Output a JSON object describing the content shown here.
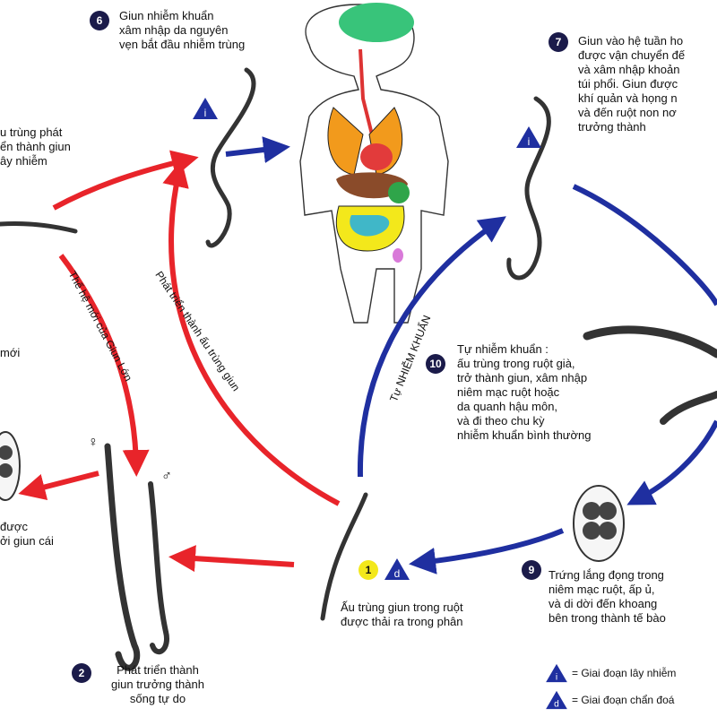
{
  "steps": {
    "s1": {
      "number": "",
      "text": "u trùng phát\nển thành giun\nây nhiễm"
    },
    "s2": {
      "number": "2",
      "text": "Phát triển thành\ngiun trưởng thành\nsống tự do"
    },
    "s6": {
      "number": "6",
      "text": "Giun nhiễm khuẩn\nxâm nhập da nguyên\nvẹn bắt đầu nhiễm trùng"
    },
    "s7": {
      "number": "7",
      "text": "Giun vào hệ tuần ho\nđược vận chuyển đế\nvà xâm nhập khoản\ntúi phổi. Giun được\nkhí quản và họng n\nvà đến ruột non nơ\ntrưởng thành"
    },
    "s9": {
      "number": "9",
      "text": "Trứng  lắng đọng trong\nniêm mạc ruột, ấp ủ,\nvà di dời đến khoang\nbên trong thành tế bào"
    },
    "s10": {
      "number": "10",
      "text": "Tự nhiễm khuẩn :\nấu trùng trong ruột già,\ntrở thành giun, xâm nhập\nniêm mạc ruột hoặc\nda quanh hậu môn,\nvà đi theo chu kỳ\nnhiễm khuẩn bình thường"
    },
    "s1b": {
      "number": "1",
      "text": "Ấu trùng giun trong ruột\nđược thải ra trong phân"
    },
    "left_mid": {
      "text": "mới"
    },
    "left_egg": {
      "text": "được\nởi giun cái"
    }
  },
  "arrow_labels": {
    "new_generation": "Thế hệ mới của Giun Lớn",
    "develop_larva": "Phát triển thành ấu trùng giun",
    "autoinfection": "Tự NHIỄM KHUẨN"
  },
  "symbols": {
    "female": "♀",
    "male": "♂"
  },
  "legend": {
    "i_symbol": "i",
    "i_text": "= Giai đoạn lây nhiễm",
    "d_symbol": "d",
    "d_text": "= Giai đoạn chẩn đoá"
  },
  "colors": {
    "red": "#e8242a",
    "blue": "#1f2fa0",
    "badge": "#1b1b4a",
    "yellow": "#f3e81b"
  }
}
